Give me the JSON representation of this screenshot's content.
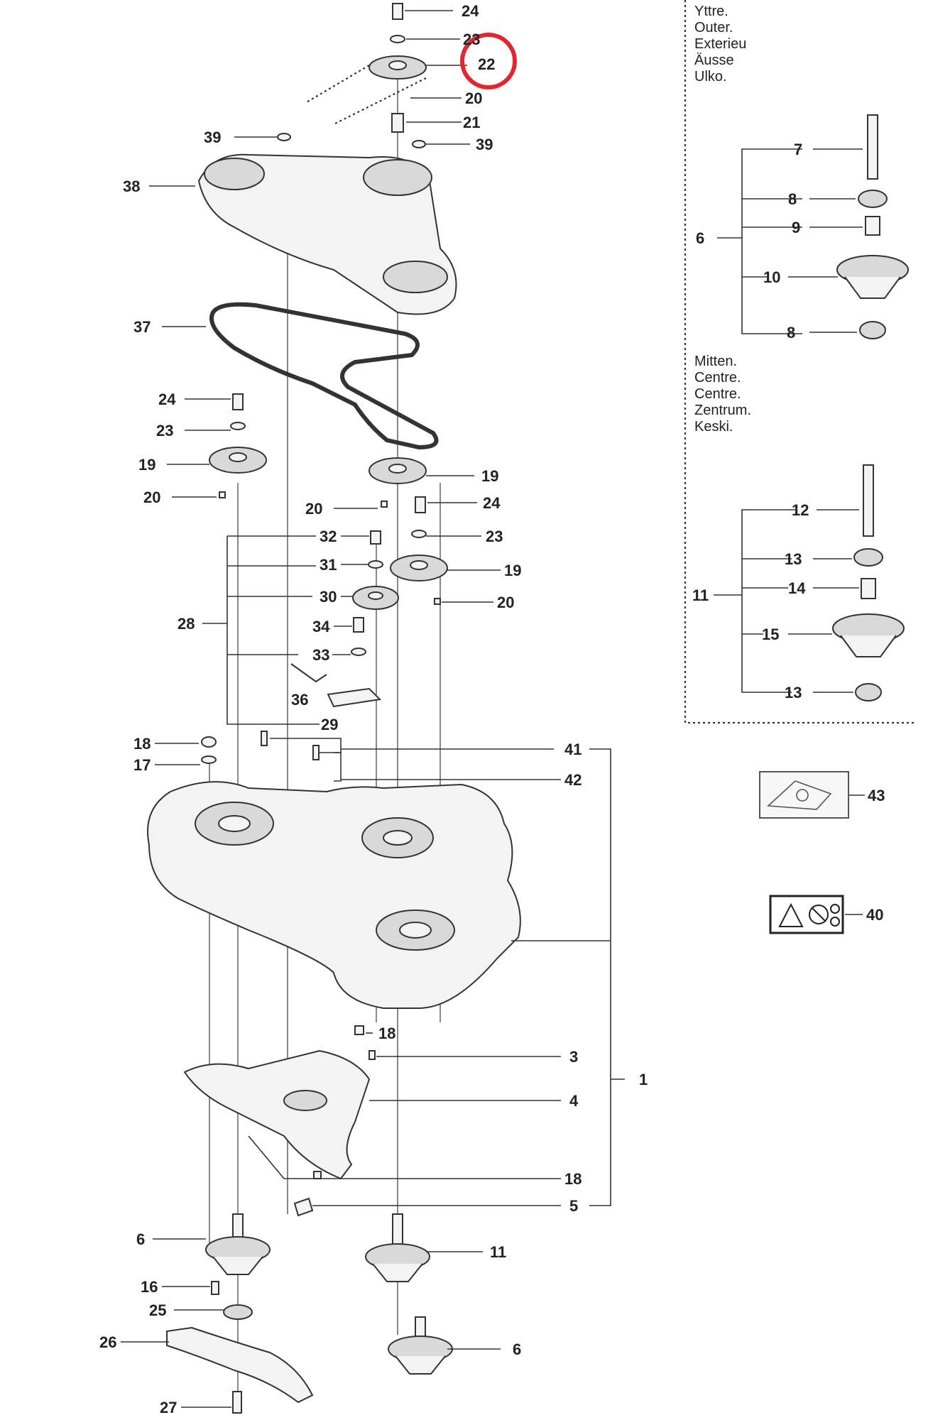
{
  "highlight_color": "#e3262d",
  "outer_langs": [
    "Yttre.",
    "Outer.",
    "Exterieu",
    "Äusse",
    "Ulko."
  ],
  "center_langs": [
    "Mitten.",
    "Centre.",
    "Centre.",
    "Zentrum.",
    "Keski."
  ],
  "labels": {
    "l24a": "24",
    "l23a": "23",
    "l22": "22",
    "l20a": "20",
    "l21": "21",
    "l39a": "39",
    "l39b": "39",
    "l38": "38",
    "l37": "37",
    "l24b": "24",
    "l23b": "23",
    "l19a": "19",
    "l20b": "20",
    "l19b": "19",
    "l20c": "20",
    "l24c": "24",
    "l23c": "23",
    "l19c": "19",
    "l20d": "20",
    "l32": "32",
    "l31": "31",
    "l30": "30",
    "l28": "28",
    "l34": "34",
    "l33": "33",
    "l36": "36",
    "l29": "29",
    "l18a": "18",
    "l17": "17",
    "l41": "41",
    "l42": "42",
    "l18b": "18",
    "l3": "3",
    "l1": "1",
    "l4": "4",
    "l18c": "18",
    "l5": "5",
    "l6a": "6",
    "l11a": "11",
    "l16": "16",
    "l25": "25",
    "l26": "26",
    "l6b": "6",
    "l27": "27",
    "r7": "7",
    "r8a": "8",
    "r6": "6",
    "r9": "9",
    "r10": "10",
    "r8b": "8",
    "r12": "12",
    "r13a": "13",
    "r11": "11",
    "r14": "14",
    "r15": "15",
    "r13b": "13",
    "r43": "43",
    "r40": "40"
  }
}
